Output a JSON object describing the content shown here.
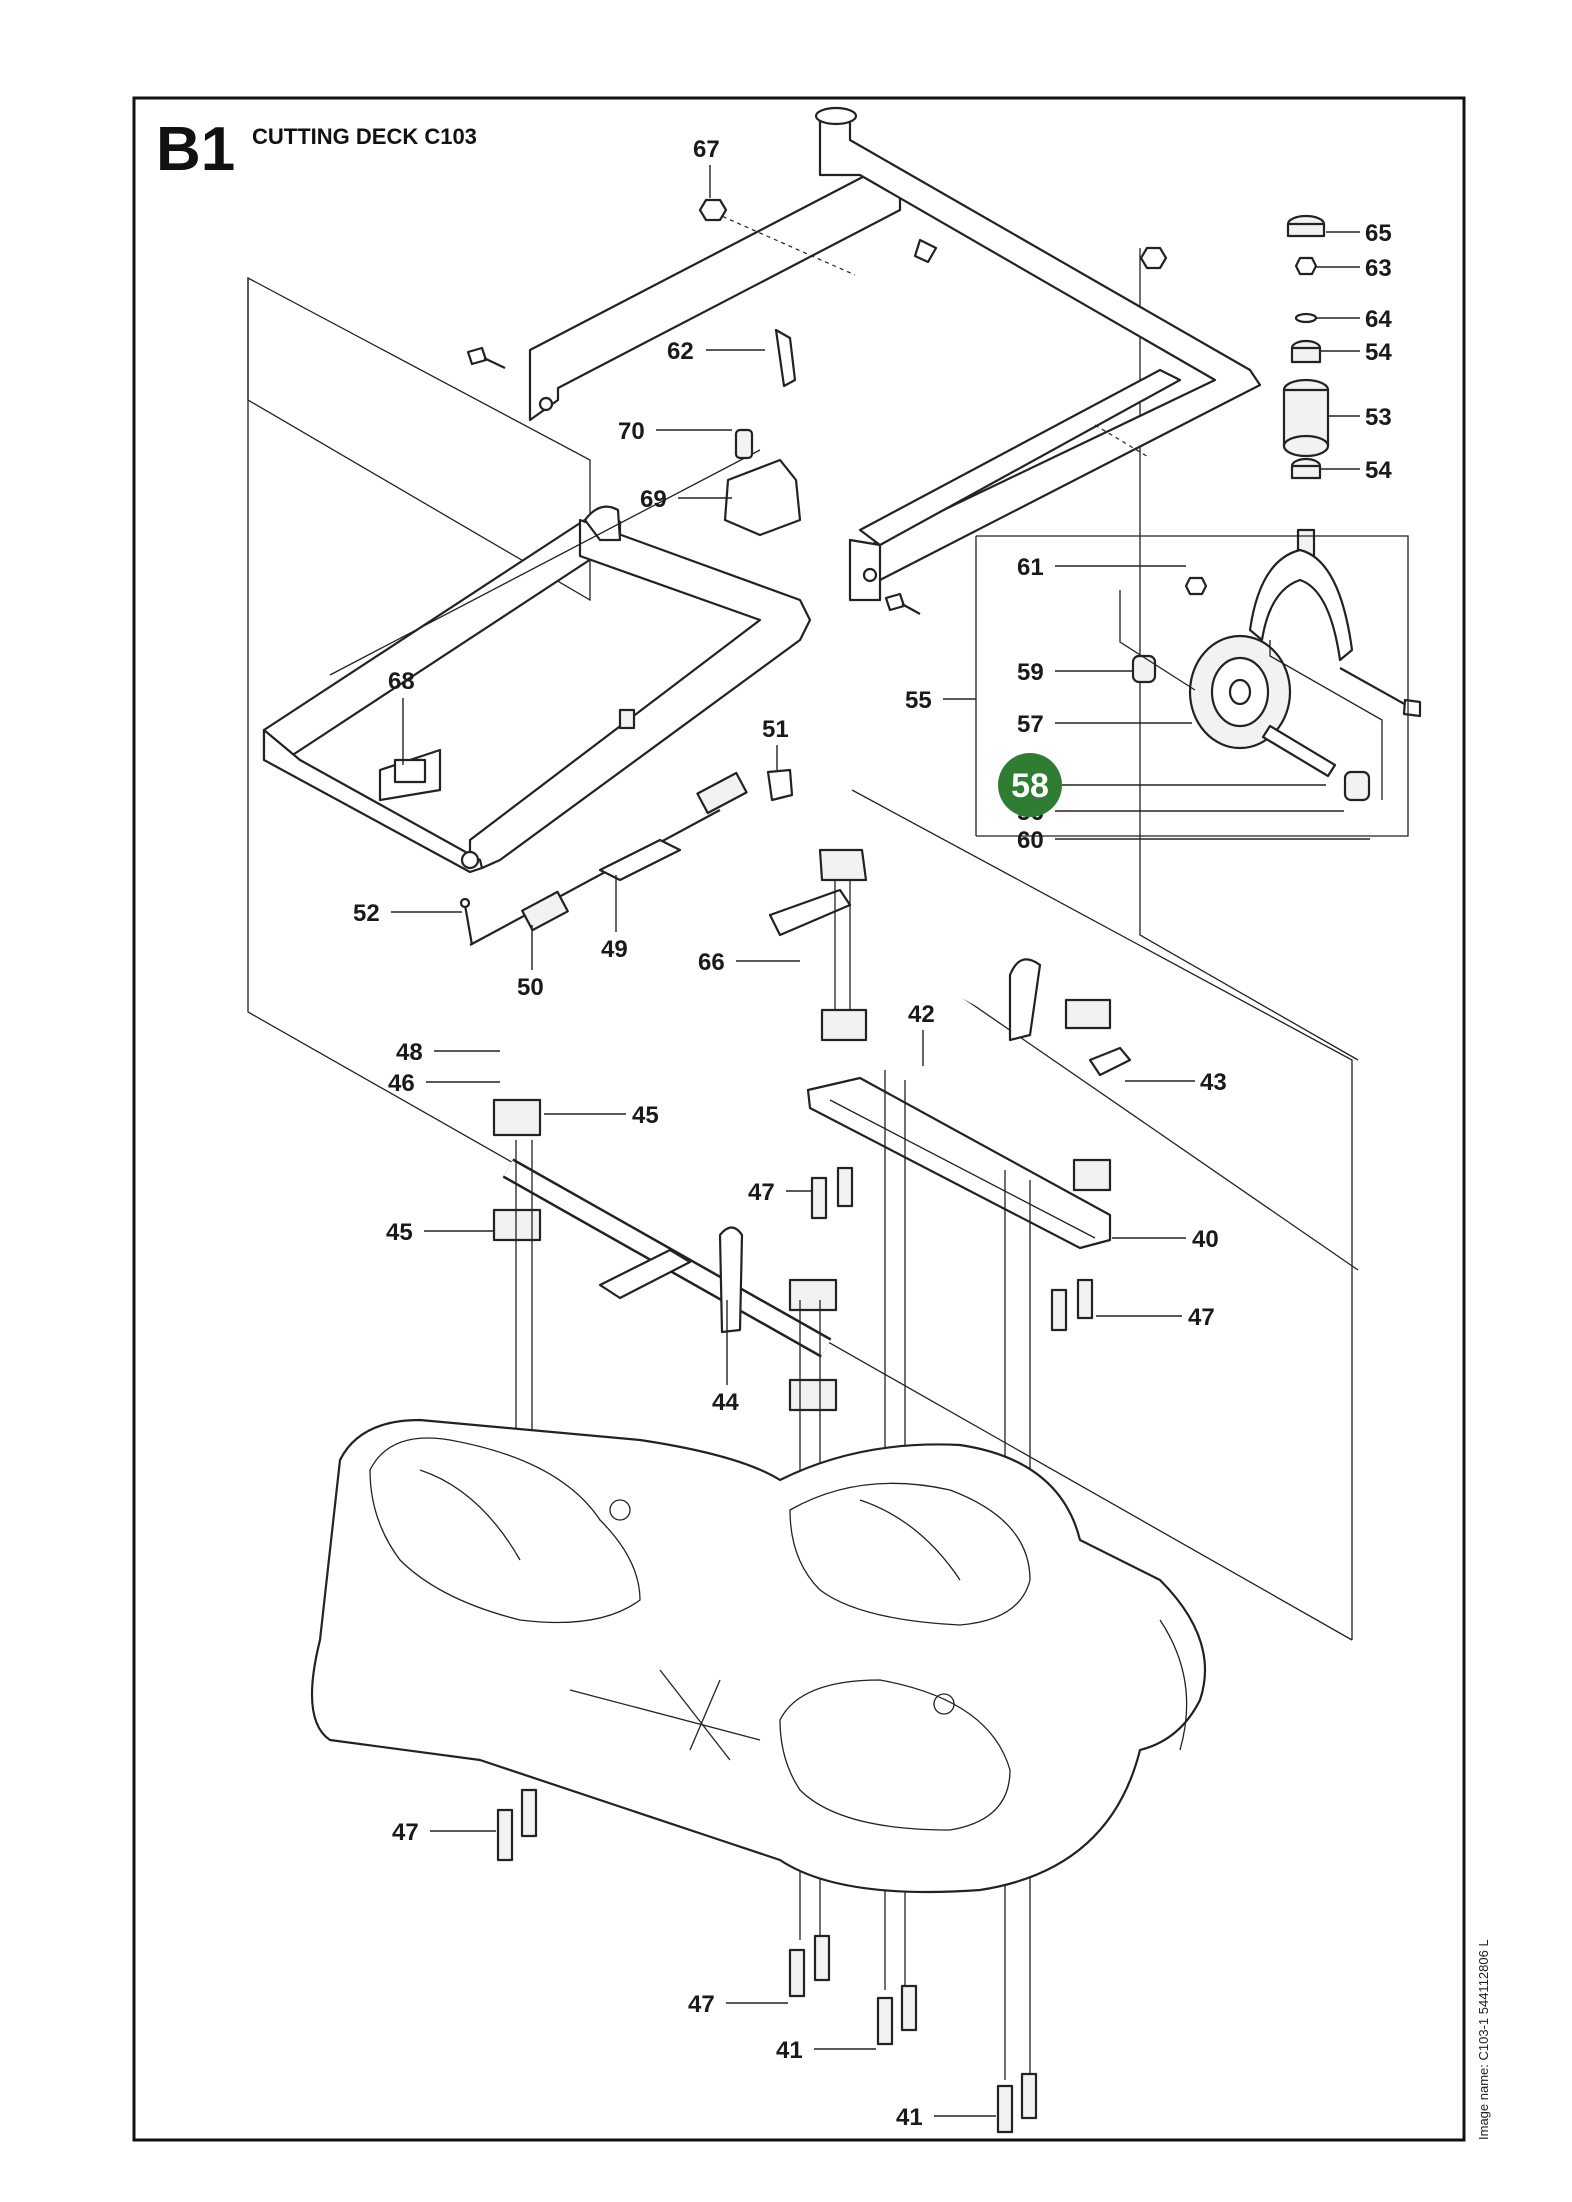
{
  "section": {
    "code": "B1",
    "title": "CUTTING DECK C103"
  },
  "image_name": "Image name: C103-1 544112806 L",
  "highlight": {
    "label": "58",
    "color": "#2e7d32"
  },
  "colors": {
    "line": "#222222",
    "paper": "#ffffff",
    "part_fill": "#f2f2f2"
  },
  "callouts": [
    {
      "id": "c67",
      "label": "67"
    },
    {
      "id": "c62",
      "label": "62"
    },
    {
      "id": "c70",
      "label": "70"
    },
    {
      "id": "c69",
      "label": "69"
    },
    {
      "id": "c68",
      "label": "68"
    },
    {
      "id": "c51",
      "label": "51"
    },
    {
      "id": "c52",
      "label": "52"
    },
    {
      "id": "c50",
      "label": "50"
    },
    {
      "id": "c49",
      "label": "49"
    },
    {
      "id": "c66",
      "label": "66"
    },
    {
      "id": "c65",
      "label": "65"
    },
    {
      "id": "c63",
      "label": "63"
    },
    {
      "id": "c64",
      "label": "64"
    },
    {
      "id": "c54a",
      "label": "54"
    },
    {
      "id": "c53",
      "label": "53"
    },
    {
      "id": "c54b",
      "label": "54"
    },
    {
      "id": "c61",
      "label": "61"
    },
    {
      "id": "c59",
      "label": "59"
    },
    {
      "id": "c55",
      "label": "55"
    },
    {
      "id": "c57",
      "label": "57"
    },
    {
      "id": "c56",
      "label": "56"
    },
    {
      "id": "c60",
      "label": "60"
    },
    {
      "id": "c42",
      "label": "42"
    },
    {
      "id": "c43",
      "label": "43"
    },
    {
      "id": "c48",
      "label": "48"
    },
    {
      "id": "c46",
      "label": "46"
    },
    {
      "id": "c45a",
      "label": "45"
    },
    {
      "id": "c47a",
      "label": "47"
    },
    {
      "id": "c40",
      "label": "40"
    },
    {
      "id": "c45b",
      "label": "45"
    },
    {
      "id": "c47b",
      "label": "47"
    },
    {
      "id": "c44",
      "label": "44"
    },
    {
      "id": "c47c",
      "label": "47"
    },
    {
      "id": "c47d",
      "label": "47"
    },
    {
      "id": "c41a",
      "label": "41"
    },
    {
      "id": "c41b",
      "label": "41"
    }
  ]
}
